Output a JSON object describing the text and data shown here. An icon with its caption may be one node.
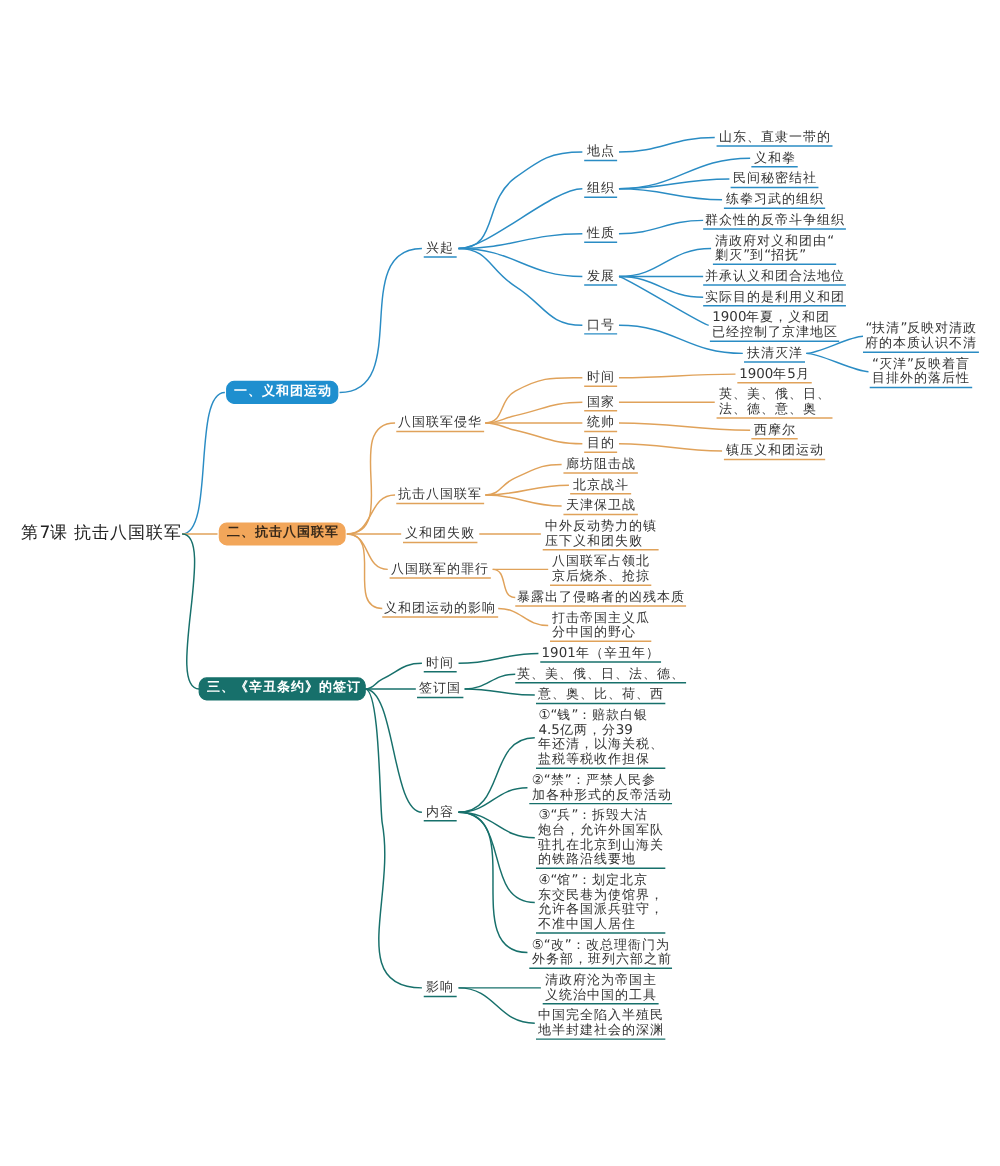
{
  "diagram": {
    "nodes": [
      {
        "text": [
          "第7课 抗击八国联军"
        ]
      },
      {
        "text": [
          "一、义和团运动"
        ]
      },
      {
        "text": [
          "兴起"
        ]
      },
      {
        "text": [
          "地点"
        ]
      },
      {
        "text": [
          "山东、直隶一带的"
        ]
      },
      {
        "text": [
          "组织"
        ]
      },
      {
        "text": [
          "义和拳"
        ]
      },
      {
        "text": [
          "民间秘密结社"
        ]
      },
      {
        "text": [
          "练拳习武的组织"
        ]
      },
      {
        "text": [
          "性质"
        ]
      },
      {
        "text": [
          "群众性的反帝斗争组织"
        ]
      },
      {
        "text": [
          "发展"
        ]
      },
      {
        "text": [
          "清政府对义和团由“剿灭”到“招抚”"
        ]
      },
      {
        "text": [
          "并承认义和团合法地位"
        ]
      },
      {
        "text": [
          "实际目的是利用义和团"
        ]
      },
      {
        "text": [
          "1900年夏，义和团已经控制了京津地区"
        ]
      },
      {
        "text": [
          "口号"
        ]
      },
      {
        "text": [
          "扶清灭洋"
        ]
      },
      {
        "text": [
          "“扶清”反映对清政府的本质认识不清"
        ]
      },
      {
        "text": [
          "“灭洋”反映着盲目排外的落后性"
        ]
      },
      {
        "text": [
          "二、抗击八国联军"
        ]
      },
      {
        "text": [
          "八国联军侵华"
        ]
      },
      {
        "text": [
          "时间"
        ]
      },
      {
        "text": [
          "1900年5月"
        ]
      },
      {
        "text": [
          "国家"
        ]
      },
      {
        "text": [
          "英、美、俄、日、法、德、意、奥"
        ]
      },
      {
        "text": [
          "统帅"
        ]
      },
      {
        "text": [
          "西摩尔"
        ]
      },
      {
        "text": [
          "目的"
        ]
      },
      {
        "text": [
          "镇压义和团运动"
        ]
      },
      {
        "text": [
          "抗击八国联军"
        ]
      },
      {
        "text": [
          "廊坊阻击战"
        ]
      },
      {
        "text": [
          "北京战斗"
        ]
      },
      {
        "text": [
          "天津保卫战"
        ]
      },
      {
        "text": [
          "义和团失败"
        ]
      },
      {
        "text": [
          "中外反动势力的镇压下义和团失败"
        ]
      },
      {
        "text": [
          "八国联军的罪行"
        ]
      },
      {
        "text": [
          "八国联军占领北京后烧杀、抢掠"
        ]
      },
      {
        "text": [
          "暴露出了侵略者的凶残本质"
        ]
      },
      {
        "text": [
          "义和团运动的影响"
        ]
      },
      {
        "text": [
          "打击帝国主义瓜分中国的野心"
        ]
      },
      {
        "text": [
          "三、《辛丑条约》的签订"
        ]
      },
      {
        "text": [
          "时间"
        ]
      },
      {
        "text": [
          "1901年（辛丑年）"
        ]
      },
      {
        "text": [
          "签订国"
        ]
      },
      {
        "text": [
          "英、美、俄、日、法、德、"
        ]
      },
      {
        "text": [
          "意、奥、比、荷、西"
        ]
      },
      {
        "text": [
          "内容"
        ]
      },
      {
        "text": [
          "①“钱”：赔款白银4.5亿两，分39年还清，以海关税、盐税等税收作担保"
        ]
      },
      {
        "text": [
          "②“禁”：严禁人民参加各种形式的反帝活动"
        ]
      },
      {
        "text": [
          "③“兵”：拆毁大沽炮台，允许外国军队驻扎在北京到山海关的铁路沿线要地"
        ]
      },
      {
        "text": [
          "④“馆”：划定北京东交民巷为使馆界，允许各国派兵驻守，不准中国人居住"
        ]
      },
      {
        "text": [
          "⑤“改”：改总理衙门为外务部，班列六部之前"
        ]
      },
      {
        "text": [
          "影响"
        ]
      },
      {
        "text": [
          "清政府沦为帝国主义统治中国的工具"
        ]
      },
      {
        "text": [
          "中国完全陷入半殖民地半封建社会的深渊"
        ]
      }
    ],
    "edges": [
      {
        "from": 0,
        "to": 1,
        "arrow": "none",
        "color": "#2a8cc4"
      },
      {
        "from": 1,
        "to": 2,
        "arrow": "none",
        "color": "#2a8cc4"
      },
      {
        "from": 2,
        "to": 3,
        "arrow": "none",
        "color": "#2a8cc4"
      },
      {
        "from": 3,
        "to": 4,
        "arrow": "none",
        "color": "#2a8cc4"
      },
      {
        "from": 2,
        "to": 5,
        "arrow": "none",
        "color": "#2a8cc4"
      },
      {
        "from": 5,
        "to": 6,
        "arrow": "none",
        "color": "#2a8cc4"
      },
      {
        "from": 5,
        "to": 7,
        "arrow": "none",
        "color": "#2a8cc4"
      },
      {
        "from": 5,
        "to": 8,
        "arrow": "none",
        "color": "#2a8cc4"
      },
      {
        "from": 2,
        "to": 9,
        "arrow": "none",
        "color": "#2a8cc4"
      },
      {
        "from": 9,
        "to": 10,
        "arrow": "none",
        "color": "#2a8cc4"
      },
      {
        "from": 2,
        "to": 11,
        "arrow": "none",
        "color": "#2a8cc4"
      },
      {
        "from": 11,
        "to": 12,
        "arrow": "none",
        "color": "#2a8cc4"
      },
      {
        "from": 11,
        "to": 13,
        "arrow": "none",
        "color": "#2a8cc4"
      },
      {
        "from": 11,
        "to": 14,
        "arrow": "none",
        "color": "#2a8cc4"
      },
      {
        "from": 11,
        "to": 15,
        "arrow": "none",
        "color": "#2a8cc4"
      },
      {
        "from": 2,
        "to": 16,
        "arrow": "none",
        "color": "#2a8cc4"
      },
      {
        "from": 16,
        "to": 17,
        "arrow": "none",
        "color": "#2a8cc4"
      },
      {
        "from": 17,
        "to": 18,
        "arrow": "none",
        "color": "#2a8cc4"
      },
      {
        "from": 17,
        "to": 19,
        "arrow": "none",
        "color": "#2a8cc4"
      },
      {
        "from": 0,
        "to": 20,
        "arrow": "none"
      },
      {
        "from": 20,
        "to": 21,
        "arrow": "none"
      },
      {
        "from": 21,
        "to": 22,
        "arrow": "none"
      },
      {
        "from": 22,
        "to": 23,
        "arrow": "none"
      },
      {
        "from": 21,
        "to": 24,
        "arrow": "none"
      },
      {
        "from": 24,
        "to": 25,
        "arrow": "none"
      },
      {
        "from": 21,
        "to": 26,
        "arrow": "none"
      },
      {
        "from": 26,
        "to": 27,
        "arrow": "none"
      },
      {
        "from": 21,
        "to": 28,
        "arrow": "none"
      },
      {
        "from": 28,
        "to": 29,
        "arrow": "none"
      },
      {
        "from": 20,
        "to": 30,
        "arrow": "none"
      },
      {
        "from": 30,
        "to": 31,
        "arrow": "none"
      },
      {
        "from": 30,
        "to": 32,
        "arrow": "none"
      },
      {
        "from": 30,
        "to": 33,
        "arrow": "none"
      },
      {
        "from": 20,
        "to": 34,
        "arrow": "none"
      },
      {
        "from": 34,
        "to": 35,
        "arrow": "none"
      },
      {
        "from": 20,
        "to": 36,
        "arrow": "none"
      },
      {
        "from": 36,
        "to": 37,
        "arrow": "none"
      },
      {
        "from": 36,
        "to": 38,
        "arrow": "none"
      },
      {
        "from": 20,
        "to": 39,
        "arrow": "none"
      },
      {
        "from": 39,
        "to": 40,
        "arrow": "none"
      },
      {
        "from": 0,
        "to": 41,
        "arrow": "none",
        "color": "#17706b"
      },
      {
        "from": 41,
        "to": 42,
        "arrow": "none",
        "color": "#17706b"
      },
      {
        "from": 42,
        "to": 43,
        "arrow": "none",
        "color": "#17706b"
      },
      {
        "from": 41,
        "to": 44,
        "arrow": "none",
        "color": "#17706b"
      },
      {
        "from": 44,
        "to": 45,
        "arrow": "none",
        "color": "#17706b"
      },
      {
        "from": 44,
        "to": 46,
        "arrow": "none",
        "color": "#17706b"
      },
      {
        "from": 41,
        "to": 47,
        "arrow": "none",
        "color": "#17706b"
      },
      {
        "from": 47,
        "to": 48,
        "arrow": "none",
        "color": "#17706b"
      },
      {
        "from": 47,
        "to": 49,
        "arrow": "none",
        "color": "#17706b"
      },
      {
        "from": 47,
        "to": 50,
        "arrow": "none",
        "color": "#17706b"
      },
      {
        "from": 47,
        "to": 51,
        "arrow": "none",
        "color": "#17706b"
      },
      {
        "from": 47,
        "to": 52,
        "arrow": "none",
        "color": "#17706b"
      },
      {
        "from": 41,
        "to": 53,
        "arrow": "none",
        "color": "#17706b"
      },
      {
        "from": 53,
        "to": 54,
        "arrow": "none",
        "color": "#17706b"
      },
      {
        "from": 53,
        "to": 55,
        "arrow": "none",
        "color": "#17706b"
      }
    ]
  }
}
